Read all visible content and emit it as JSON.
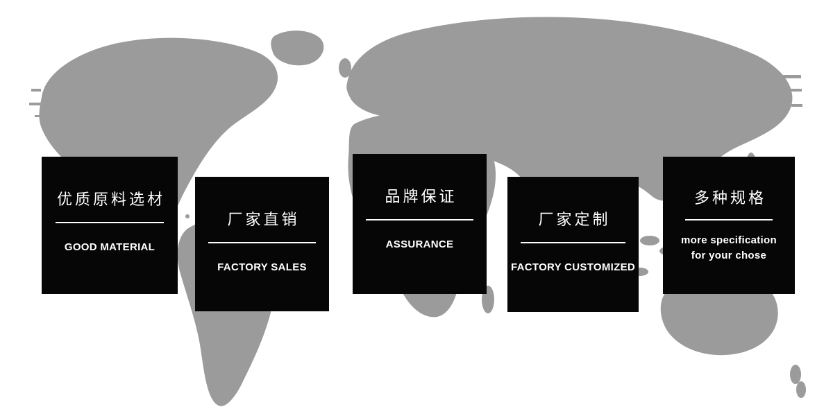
{
  "colors": {
    "background": "#ffffff",
    "map": "#9b9b9b",
    "card_bg": "#060606",
    "card_text": "#ffffff"
  },
  "map_name": "world-map-silhouette",
  "cards": [
    {
      "title": "优质原料选材",
      "subtitle": "GOOD MATERIAL"
    },
    {
      "title": "厂家直销",
      "subtitle": "FACTORY SALES"
    },
    {
      "title": "品牌保证",
      "subtitle": "ASSURANCE"
    },
    {
      "title": "厂家定制",
      "subtitle": "FACTORY CUSTOMIZED"
    },
    {
      "title": "多种规格",
      "subtitle": "more specification\nfor your chose"
    }
  ]
}
